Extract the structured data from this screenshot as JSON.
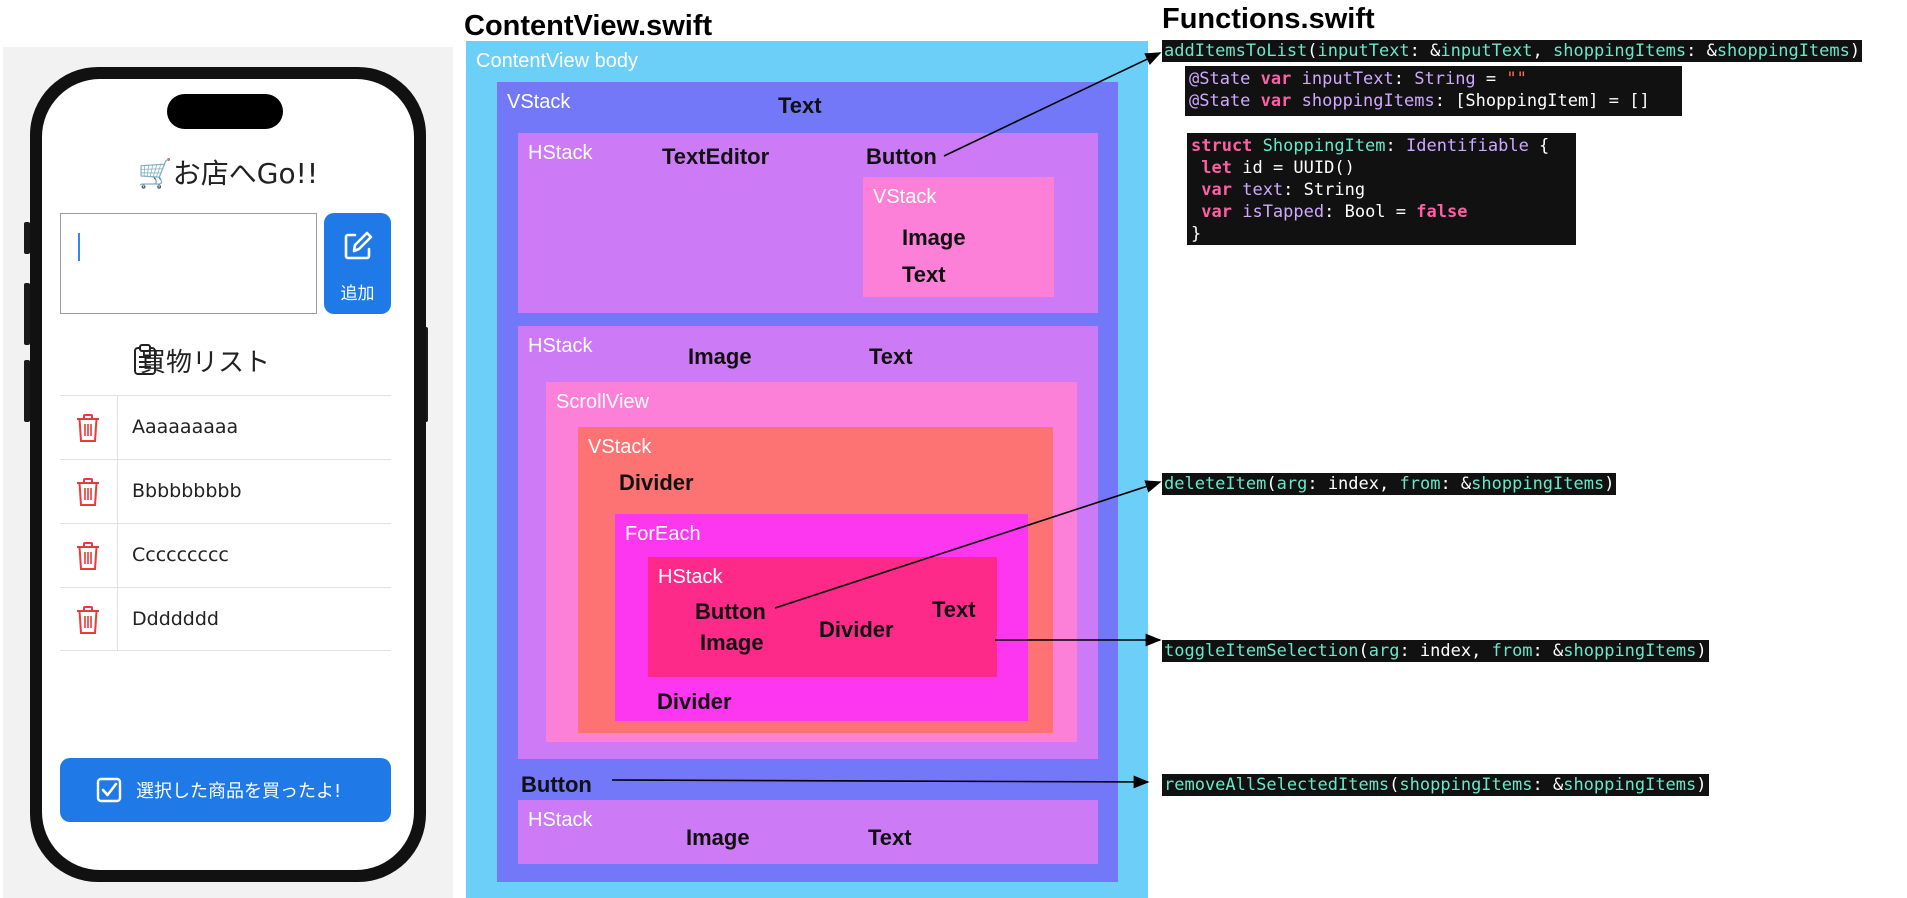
{
  "phone": {
    "app_title": "🛒お店へGo!!",
    "add_button_label": "追加",
    "list_title": "買物リスト",
    "items": [
      "Aaaaaaaaa",
      "Bbbbbbbbb",
      "Ccccccccc",
      "Ddddddd"
    ],
    "buy_button_label": "選択した商品を買ったよ!"
  },
  "diagram": {
    "content_view_title": "ContentView.swift",
    "functions_title": "Functions.swift",
    "labels": {
      "body": "ContentView body",
      "vstack_root": "VStack",
      "text_title": "Text",
      "hstack_input": "HStack",
      "text_editor": "TextEditor",
      "button_add": "Button",
      "vstack_button": "VStack",
      "image_add": "Image",
      "text_add": "Text",
      "hstack_list_title": "HStack",
      "image_list": "Image",
      "text_list": "Text",
      "scrollview": "ScrollView",
      "vstack_list": "VStack",
      "divider_top": "Divider",
      "foreach": "ForEach",
      "hstack_row": "HStack",
      "button_delete": "Button",
      "image_delete": "Image",
      "divider_row": "Divider",
      "text_row": "Text",
      "divider_bottom": "Divider",
      "button_buy": "Button",
      "hstack_buy": "HStack",
      "image_buy": "Image",
      "text_buy": "Text"
    }
  },
  "code": {
    "add_items": {
      "fn": "addItemsToList",
      "p1": "inputText",
      "a1": "&",
      "v1": "inputText",
      "p2": "shoppingItems",
      "a2": "&",
      "v2": "shoppingItems"
    },
    "state1": {
      "attr": "@State",
      "kw": "var",
      "name": "inputText",
      "type": "String",
      "value": "\"\""
    },
    "state2": {
      "attr": "@State",
      "kw": "var",
      "name": "shoppingItems",
      "type": "[ShoppingItem]",
      "value": "[]"
    },
    "struct_lines": {
      "kw_struct": "struct",
      "name": "ShoppingItem",
      "proto": "Identifiable",
      "kw_let": "let",
      "id_name": "id",
      "id_value": "UUID()",
      "kw_var1": "var",
      "text_name": "text",
      "text_type": "String",
      "kw_var2": "var",
      "tapped_name": "isTapped",
      "tapped_type": "Bool",
      "tapped_value": "false"
    },
    "delete_item": {
      "fn": "deleteItem",
      "p1": "arg",
      "v1": "index",
      "p2": "from",
      "v2": "shoppingItems"
    },
    "toggle_item": {
      "fn": "toggleItemSelection",
      "p1": "arg",
      "v1": "index",
      "p2": "from",
      "v2": "shoppingItems"
    },
    "remove_all": {
      "fn": "removeAllSelectedItems",
      "p1": "shoppingItems",
      "v1": "shoppingItems"
    }
  },
  "colors": {
    "body_box": "#6ccff8",
    "vstack_box": "#7278f7",
    "hstack_box": "#cd7af7",
    "pink_box": "#fd80d8",
    "orange_box": "#fd7272",
    "magenta_box": "#fd36f0",
    "crimson_box": "#fd2a8a",
    "ios_blue": "#1f7ae8",
    "trash_red": "#ea3b3b"
  }
}
